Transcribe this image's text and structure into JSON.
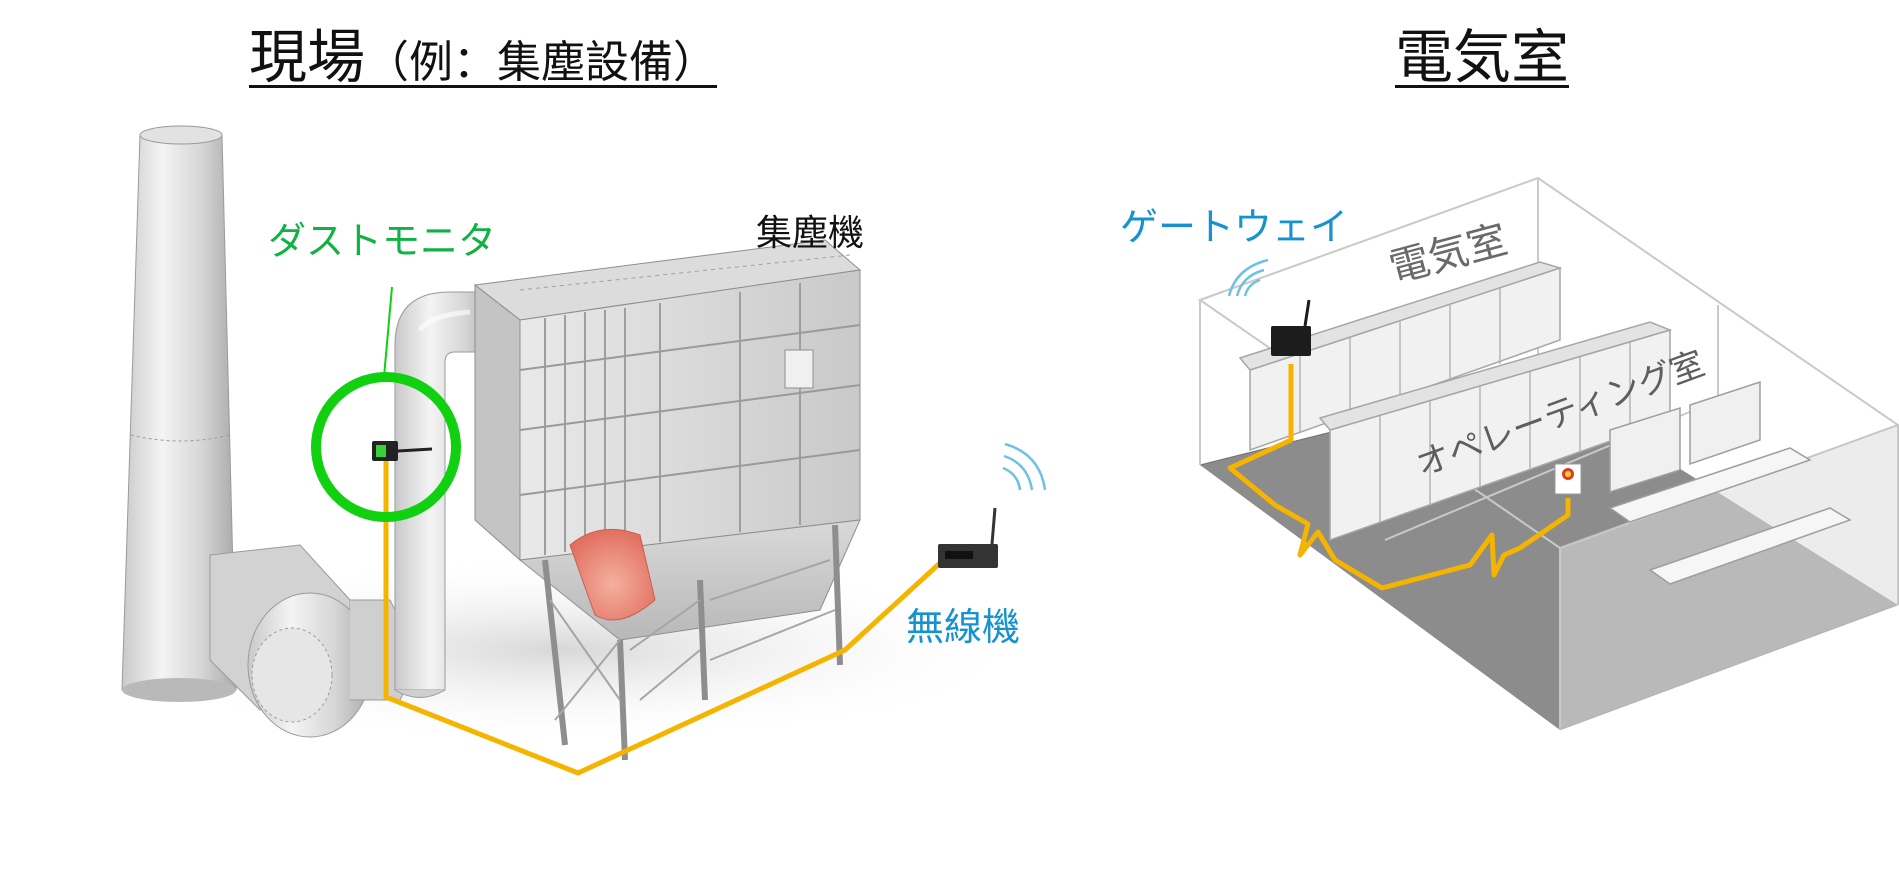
{
  "headings": {
    "site_main": "現場",
    "site_sub": "（例：集塵設備）",
    "electric_room": "電気室"
  },
  "labels": {
    "dust_monitor": "ダストモニタ",
    "dust_collector": "集塵機",
    "wireless_unit": "無線機",
    "gateway": "ゲートウェイ",
    "room_electric": "電気室",
    "room_operating": "オペレーティング室"
  },
  "colors": {
    "signal_line": "#f5b400",
    "highlight_ring": "#10d010",
    "dust_monitor_label": "#11b244",
    "wireless_label": "#1592cf",
    "gateway_label": "#1592cf"
  }
}
